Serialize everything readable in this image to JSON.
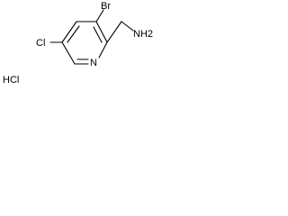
{
  "molecule": {
    "atoms": {
      "chlorine": "Cl",
      "bromine": "Br",
      "ring_nitrogen": "N",
      "amine": "NH2",
      "salt": "HCl"
    }
  }
}
